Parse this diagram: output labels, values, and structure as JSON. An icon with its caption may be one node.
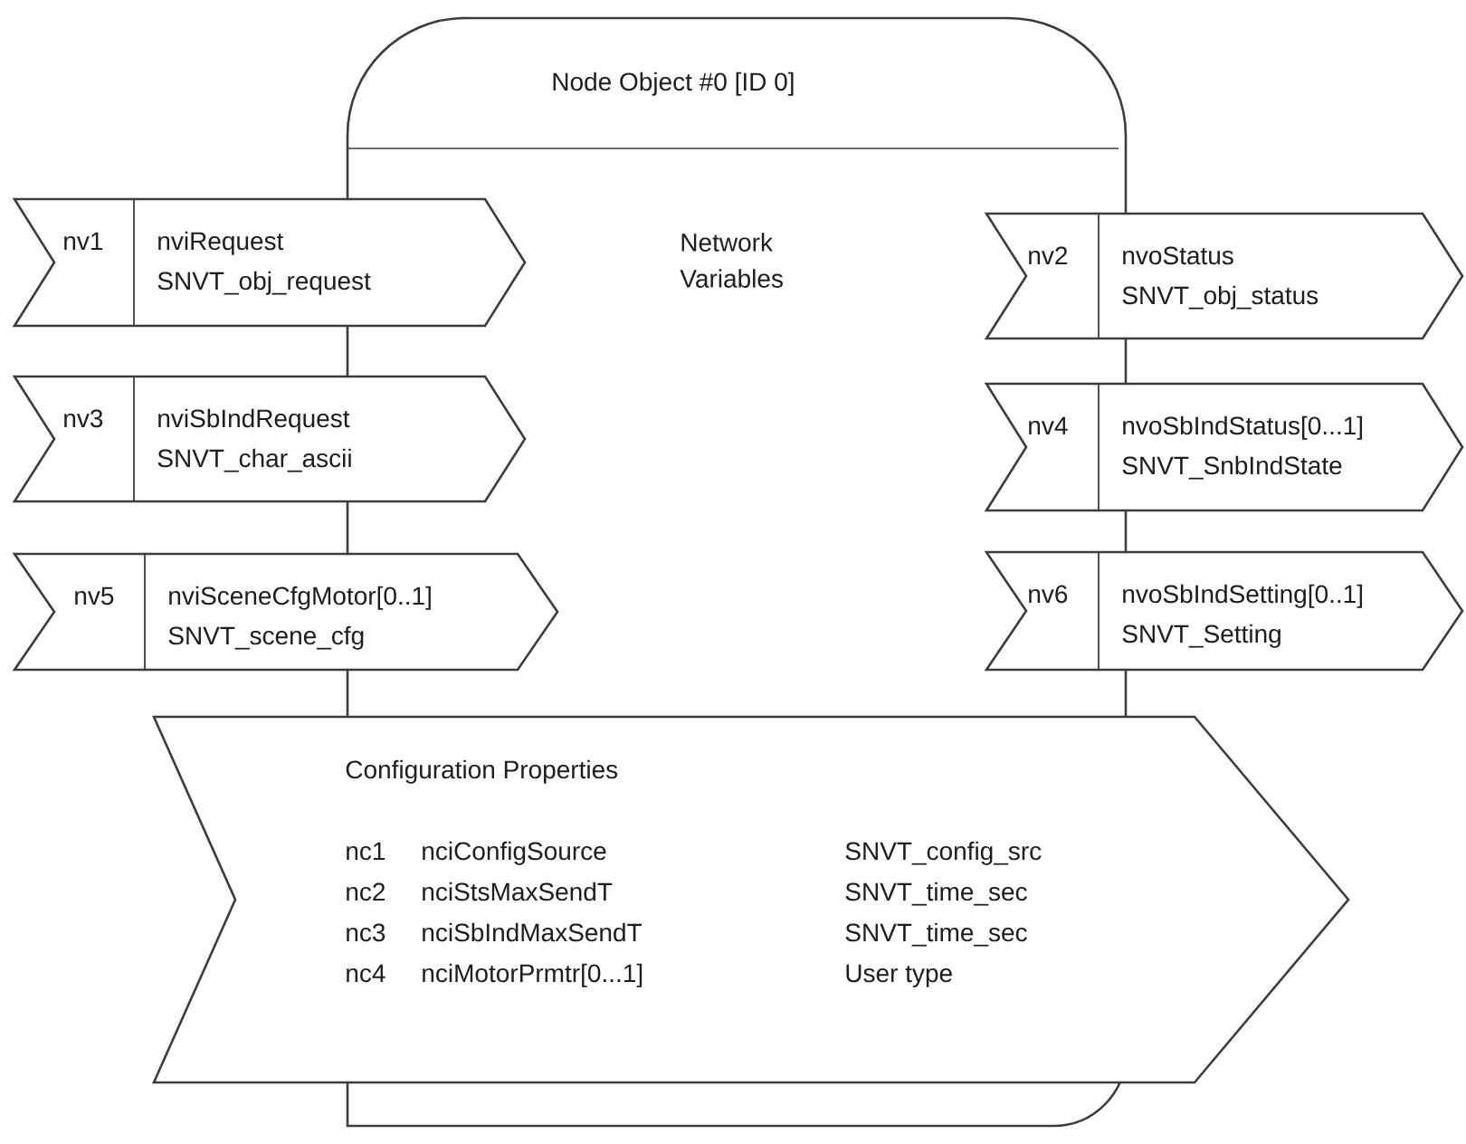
{
  "diagram": {
    "nodes": [
      {
        "text": [
          "Node Object #0 [ID 0]",
          "Network Variables"
        ]
      },
      {
        "text": [
          "nv1",
          "nviRequest",
          "SNVT_obj_request"
        ]
      },
      {
        "text": [
          "nv2",
          "nvoStatus",
          "SNVT_obj_status"
        ]
      },
      {
        "text": [
          "nv3",
          "nviSbIndRequest",
          "SNVT_char_ascii"
        ]
      },
      {
        "text": [
          "nv4",
          "nvoSbIndStatus[0...1]",
          "SNVT_SnbIndState"
        ]
      },
      {
        "text": [
          "nv5",
          "nviSceneCfgMotor[0..1]",
          "SNVT_scene_cfg"
        ]
      },
      {
        "text": [
          "nv6",
          "nvoSbIndSetting[0..1]",
          "SNVT_Setting"
        ]
      },
      {
        "text": [
          "Configuration Properties",
          "nc1",
          "nciConfigSource",
          "SNVT_config_src",
          "nc2",
          "nciStsMaxSendT",
          "SNVT_time_sec",
          "nc3",
          "nciSbIndMaxSendT",
          "SNVT_time_sec",
          "nc4",
          "nciMotorPrmtr[0...1]",
          "User type"
        ]
      }
    ]
  }
}
